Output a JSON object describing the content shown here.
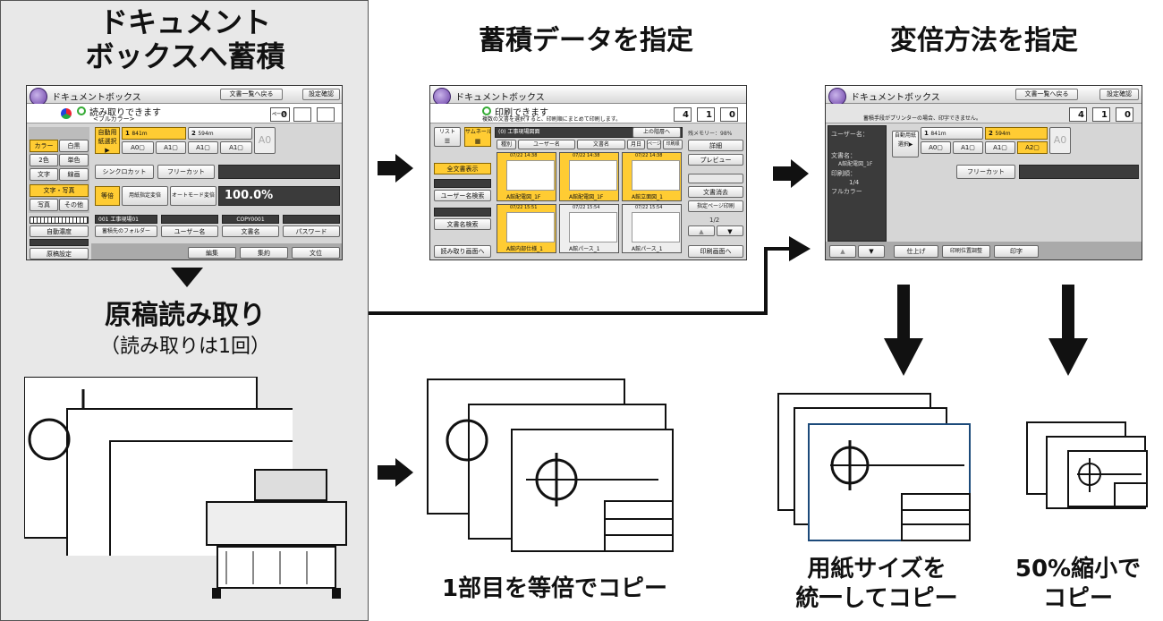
{
  "left_panel": {
    "title_line1": "ドキュメント",
    "title_line2": "ボックスへ蓄積",
    "scan_title": "原稿読み取り",
    "scan_sub": "（読み取りは1回）"
  },
  "steps": {
    "step2": "蓄積データを指定",
    "step3": "変倍方法を指定"
  },
  "captions": {
    "same_size": "1部目を等倍でコピー",
    "unify_line1": "用紙サイズを",
    "unify_line2": "統一してコピー",
    "reduce_line1": "50%縮小で",
    "reduce_line2": "コピー"
  },
  "screen1": {
    "title": "ドキュメントボックス",
    "back_btn": "文書一覧へ戻る",
    "settings_btn": "設定確認",
    "status": "読み取りできます",
    "mode": "<フルカラー>",
    "counter_label": "ページ",
    "counter_value": "0",
    "auto_select": "自動用紙選択▶",
    "tray1": "1",
    "tray1_size": "841m",
    "tray2": "2",
    "tray2_size": "594m",
    "a0": "A0",
    "sizes": [
      "A0▢",
      "A1▢",
      "A1▢",
      "A1▢"
    ],
    "color_modes": [
      "カラー",
      "白黒",
      "2色",
      "単色",
      "文字",
      "線画",
      "文字・写真",
      "写真",
      "その他"
    ],
    "density": "自動濃度",
    "sync_cut": "シンクロカット",
    "free_cut": "フリーカット",
    "equal": "等倍",
    "paper_spec": "用紙指定変倍",
    "auto_scale": "オートモード変倍",
    "scale_value": "100.0%",
    "file_info": "001 工事現場01",
    "folder": "蓄積先のフォルダー",
    "user_name": "ユーザー名",
    "file_code": "COPY0001",
    "doc_name": "文書名",
    "password": "パスワード",
    "bottom_tabs": [
      "編集",
      "集約",
      "文位"
    ],
    "original_setting": "原稿設定"
  },
  "screen2": {
    "title": "ドキュメントボックス",
    "status": "印刷できます",
    "sub": "複数の文書を選択すると、印刷順にまとめて印刷します。",
    "view_tabs": [
      "リスト",
      "サムネール"
    ],
    "folder": "(0) 工事現場図面",
    "up_btn": "上の階層へ",
    "remaining": "残メモリー：98%",
    "headers": [
      "種別",
      "ユーザー名",
      "文書名",
      "月日",
      "ページ",
      "印刷順"
    ],
    "all_docs": "全文書表示",
    "search_user": "ユーザー名検索",
    "search_doc": "文書名検索",
    "to_scan": "読み取り画面へ",
    "detail": "詳細",
    "preview": "プレビュー",
    "delete": "文書消去",
    "page_print": "指定ページ印刷",
    "page": "1/2",
    "to_print": "印刷画面へ",
    "thumb_dates": [
      "07/22 14:38",
      "07/22 14:38",
      "07/22 14:38",
      "07/22 15:51",
      "07/22 15:54",
      "07/22 15:54"
    ],
    "thumb_names": [
      "A館配電図_1F",
      "A館配電図_1F",
      "A館立面図_1",
      "A館内部仕様_1",
      "A館パース_1",
      "A館パース_1"
    ]
  },
  "screen3": {
    "title": "ドキュメントボックス",
    "back_btn": "文書一覧へ戻る",
    "settings_btn": "設定確認",
    "sub": "蓄積手段がプリンターの場合、印字できません。",
    "counters": [
      "4",
      "1",
      "0"
    ],
    "user_label": "ユーザー名：",
    "doc_label": "文書名：",
    "doc_value": "A館配電図_1F",
    "print_count": "印刷順：",
    "print_value": "1/4",
    "full_color": "フルカラー",
    "auto_select": "自動用紙選択▶",
    "sizes": [
      "A0▢",
      "A1▢",
      "A1▢",
      "A2▢"
    ],
    "a0": "A0",
    "free_cut": "フリーカット",
    "bottom_tabs": [
      "仕上げ",
      "印刷位置調整",
      "印字"
    ]
  },
  "colors": {
    "accent_yellow": "#ffcc33",
    "panel_gray": "#e8e8e8",
    "dark_panel": "#3b3b3b",
    "highlight_blue": "#1c4a7a"
  }
}
